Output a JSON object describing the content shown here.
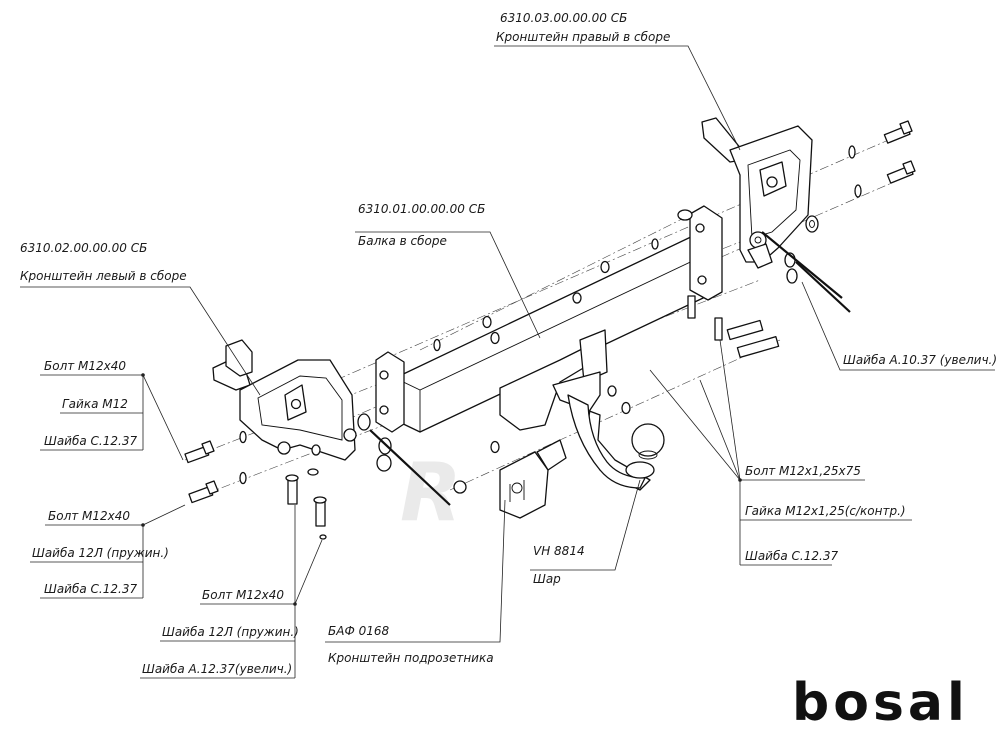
{
  "labels": {
    "right_bracket": {
      "code": "6310.03.00.00.00 СБ",
      "name": "Кронштейн правый в сборе"
    },
    "beam": {
      "code": "6310.01.00.00.00 СБ",
      "name": "Балка в сборе"
    },
    "left_bracket": {
      "code": "6310.02.00.00.00 СБ",
      "name": "Кронштейн левый в сборе"
    },
    "washer_right": "Шайба А.10.37 (увелич.)",
    "group_left_top": [
      "Болт М12х40",
      "Гайка М12",
      "Шайба  С.12.37"
    ],
    "group_left_mid": [
      "Болт М12х40",
      "Шайба 12Л (пружин.)",
      "Шайба  С.12.37"
    ],
    "group_left_bottom": [
      "Болт М12х40",
      "Шайба 12Л (пружин.)",
      "Шайба  А.12.37(увелич.)"
    ],
    "group_right": [
      "Болт М12х1,25х75",
      "Гайка М12х1,25(с/контр.)",
      "Шайба С.12.37"
    ],
    "ball": {
      "code": "VH 8814",
      "name": "Шар"
    },
    "socket_bracket": {
      "code": "БАФ 0168",
      "name": "Кронштейн подрозетника"
    }
  },
  "logo": "bosal",
  "watermark": "R"
}
